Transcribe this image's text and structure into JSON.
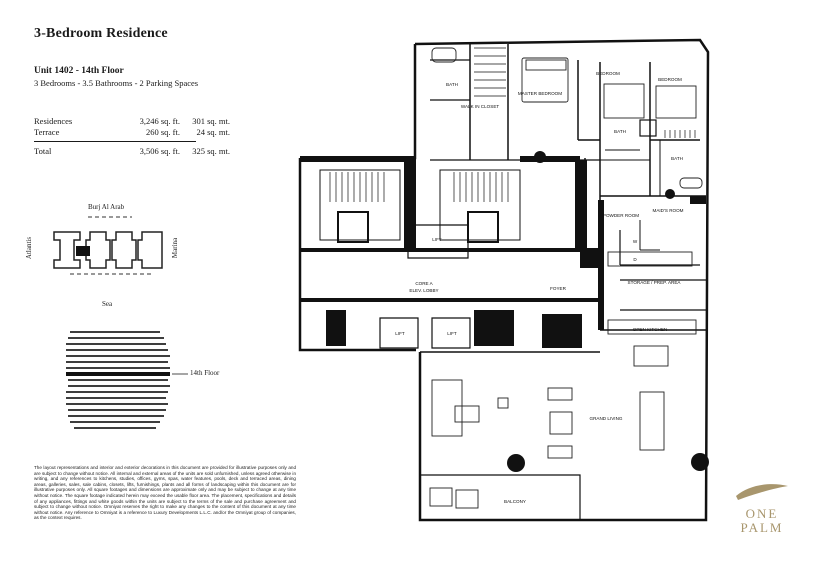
{
  "title": "3-Bedroom Residence",
  "unit": {
    "line1": "Unit 1402 - 14th Floor",
    "line2": "3 Bedrooms - 3.5 Bathrooms - 2 Parking Spaces"
  },
  "areas": [
    {
      "label": "Residences",
      "sqft": "3,246 sq. ft.",
      "sqmt": "301 sq. mt."
    },
    {
      "label": "Terrace",
      "sqft": "260 sq. ft.",
      "sqmt": "24 sq. mt."
    }
  ],
  "total": {
    "label": "Total",
    "sqft": "3,506 sq. ft.",
    "sqmt": "325 sq. mt."
  },
  "key_plan": {
    "top": "Burj Al Arab",
    "left": "Atlantis",
    "right": "Marina",
    "bottom": "Sea"
  },
  "floor_label": "14th Floor",
  "rooms": {
    "bath1": "BATH",
    "walkin": "WALK IN CLOSET",
    "master": "MASTER BEDROOM",
    "bedroom2": "BEDROOM",
    "bedroom3": "BEDROOM",
    "bath2": "BATH",
    "bath3": "BATH",
    "powder": "POWDER ROOM",
    "maids": "MAID'S ROOM",
    "storage": "STORAGE / PREP. AREA",
    "kitchen": "OPEN KITCHEN",
    "lift1": "LIFT",
    "lift2": "LIFT",
    "lift3": "LIFT",
    "core": "CORE A",
    "core2": "ELEV. LOBBY",
    "foyer": "FOYER",
    "living": "GRAND LIVING",
    "balcony": "BALCONY",
    "w": "W",
    "d": "D"
  },
  "disclaimer": "The layout representations and interior and exterior decorations in this document are provided for illustrative purposes only and are subject to change without notice. All internal and external areas of the units are sold unfurnished, unless agreed otherwise in writing, and any references to kitchens, studies, offices, gyms, spas, water features, pools, deck and terraced areas, dining areas, galleries, sales, sale cabins, closets, lifts, furnishings, plants and all forms of landscaping within this document are for illustrative purposes only. All square footages and dimensions are approximate only and may be subject to change at any time without notice. The square footage indicated herein may exceed the usable floor area. The placement, specifications and details of any appliances, fittings and white goods within the units are subject to the terms of the sale and purchase agreement and subject to change without notice. Omniyat reserves the right to make any changes to the content of this document at any time without notice. Any reference to Omniyat is a reference to Luxury Developments L.L.C. and/or the Omniyat group of companies, as the context requires.",
  "brand": {
    "line1": "ONE",
    "line2": "PALM",
    "color": "#a8966d"
  }
}
